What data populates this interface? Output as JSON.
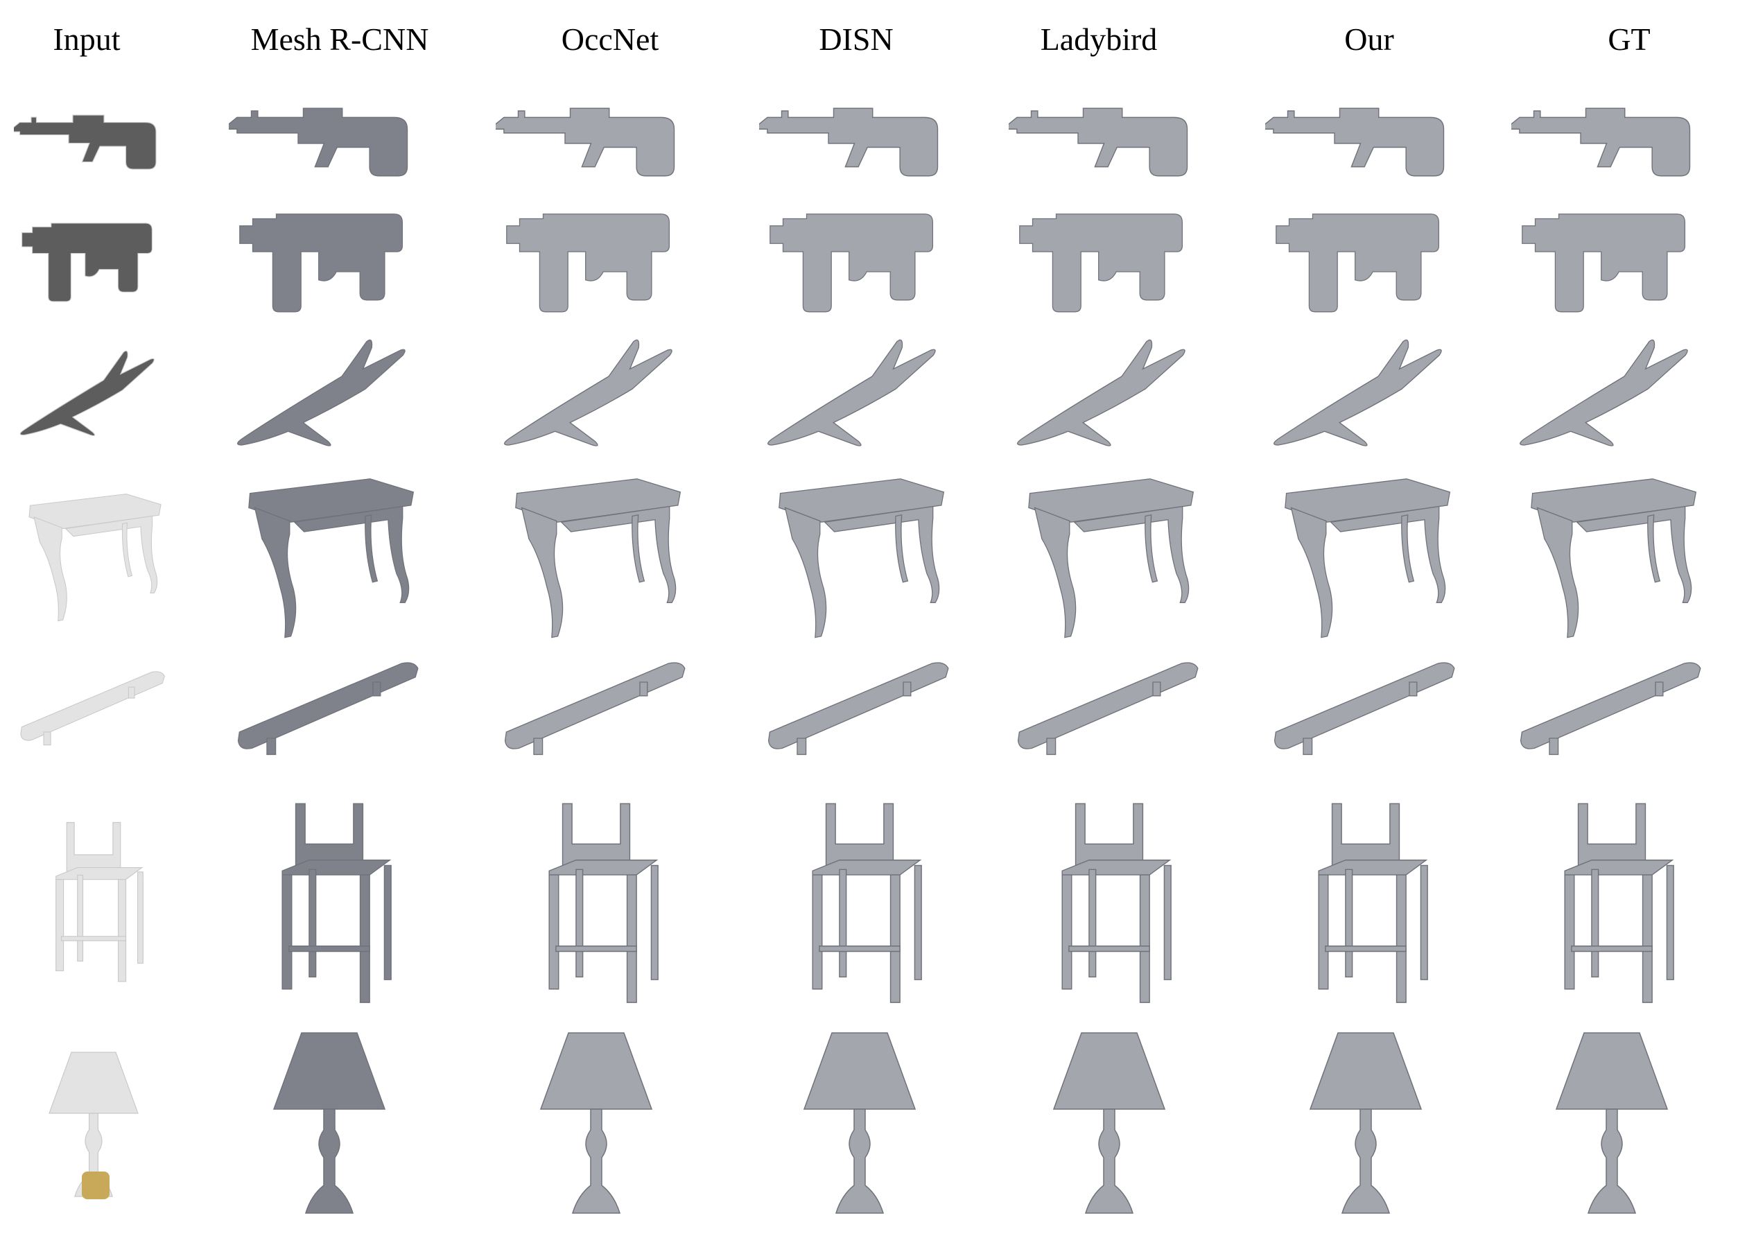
{
  "columns": [
    "Input",
    "Mesh R-CNN",
    "OccNet",
    "DISN",
    "Ladybird",
    "Our",
    "GT"
  ],
  "rows": [
    "rifle",
    "pistol",
    "airplane",
    "table",
    "bench",
    "bar-stool",
    "lamp"
  ],
  "colors": {
    "input_gray": "#5d5d5d",
    "input_light": "#e3e3e3",
    "mesh_gray": "#a4a6ae",
    "mesh_dark": "#7f828b",
    "lamp_brass": "#c8a95a"
  }
}
